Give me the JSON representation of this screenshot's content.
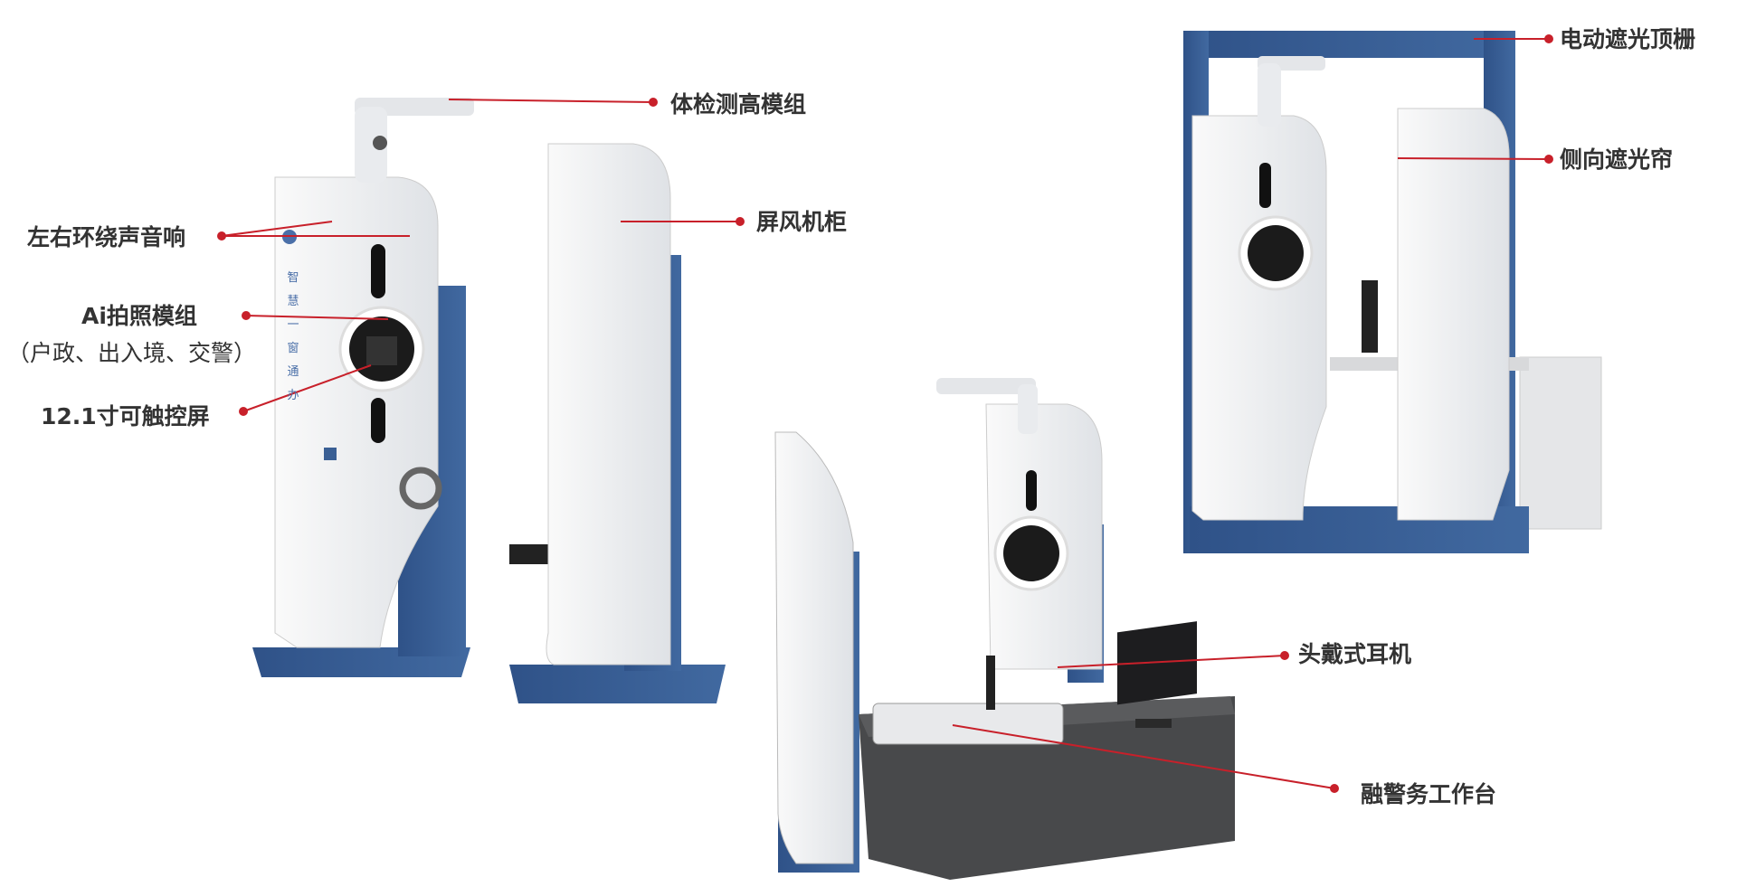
{
  "colors": {
    "accent_line": "#c8202a",
    "panel_blue": "#3a5f94",
    "panel_white": "#eef0f2",
    "desk": "#4a4b4d",
    "text": "#333333"
  },
  "labels": {
    "height_module": "体检测高模组",
    "screen_cabinet": "屏风机柜",
    "surround_speakers": "左右环绕声音响",
    "ai_photo_module": "Ai拍照模组",
    "ai_photo_module_sub": "（户政、出入境、交警）",
    "touch_screen": "12.1寸可触控屏",
    "top_shade": "电动遮光顶栅",
    "side_curtain": "侧向遮光帘",
    "headset": "头戴式耳机",
    "workstation": "融警务工作台"
  },
  "panel_text": "智慧一窗通办"
}
